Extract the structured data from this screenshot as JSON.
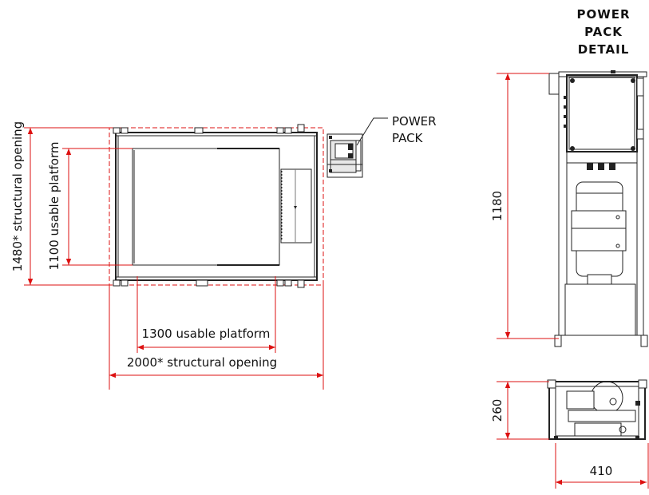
{
  "labels": {
    "power_pack_callout_line1": "POWER",
    "power_pack_callout_line2": "PACK",
    "detail_title_line1": "POWER",
    "detail_title_line2": "PACK",
    "detail_title_line3": "DETAIL",
    "dim_structural_width": "2000* structural opening",
    "dim_usable_width": "1300 usable platform",
    "dim_structural_depth": "1480* structural opening",
    "dim_usable_depth": "1100 usable platform",
    "dim_pack_height": "1180",
    "dim_pack_depth": "260",
    "dim_pack_width": "410"
  },
  "colors": {
    "dimension": "#dd1111",
    "outline": "#222222"
  }
}
